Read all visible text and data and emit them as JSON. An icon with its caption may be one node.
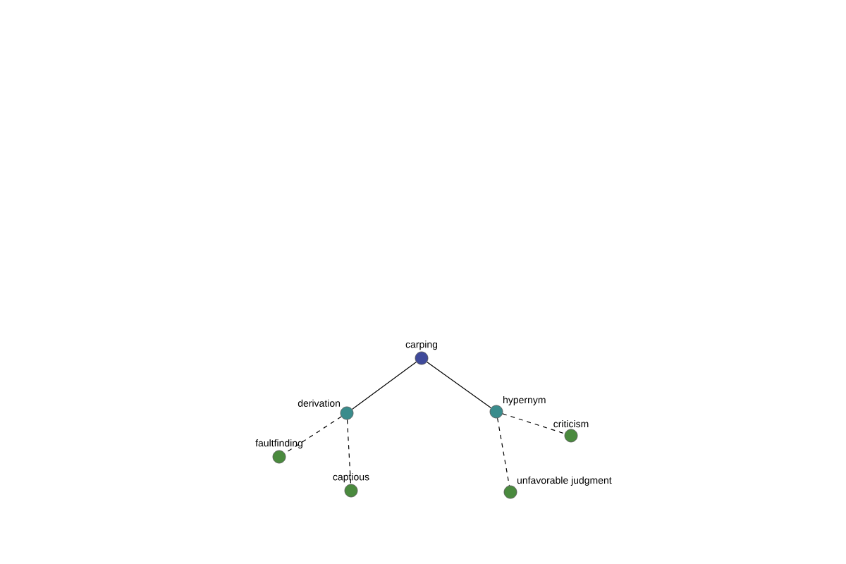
{
  "diagram": {
    "nodes": [
      {
        "text": [
          "carping"
        ]
      },
      {
        "text": [
          "derivation"
        ]
      },
      {
        "text": [
          "hypernym"
        ]
      },
      {
        "text": [
          "faultfinding"
        ]
      },
      {
        "text": [
          "captious"
        ]
      },
      {
        "text": [
          "unfavorable judgment"
        ]
      },
      {
        "text": [
          "criticism"
        ]
      }
    ],
    "edges": [
      {
        "from": 0,
        "to": 1,
        "arrow": "none"
      },
      {
        "from": 0,
        "to": 2,
        "arrow": "none"
      },
      {
        "from": 1,
        "to": 3,
        "arrow": "none",
        "style": "dashed"
      },
      {
        "from": 1,
        "to": 4,
        "arrow": "none",
        "style": "dashed"
      },
      {
        "from": 2,
        "to": 5,
        "arrow": "none",
        "style": "dashed"
      },
      {
        "from": 2,
        "to": 6,
        "arrow": "none",
        "style": "dashed"
      }
    ]
  }
}
